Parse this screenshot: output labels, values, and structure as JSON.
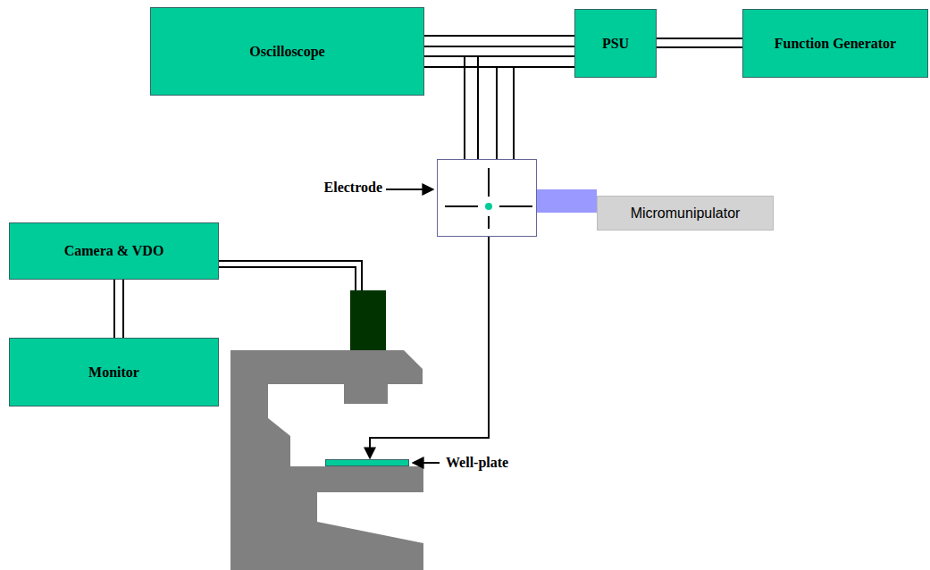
{
  "diagram": {
    "nodes": [
      {
        "text": [
          "Oscilloscope"
        ]
      },
      {
        "text": [
          "PSU"
        ]
      },
      {
        "text": [
          "Function Generator"
        ]
      },
      {
        "text": [
          "Electrode"
        ]
      },
      {
        "text": [
          "Micromunipulator"
        ]
      },
      {
        "text": [
          "Camera & VDO"
        ]
      },
      {
        "text": [
          "Monitor"
        ]
      },
      {
        "text": [
          "Well-plate"
        ]
      }
    ],
    "edges": [
      {
        "from": 0,
        "to": 1,
        "arrow": "none"
      },
      {
        "from": 0,
        "to": 1,
        "arrow": "none"
      },
      {
        "from": 0,
        "to": 1,
        "arrow": "none"
      },
      {
        "from": 0,
        "to": 1,
        "arrow": "none"
      },
      {
        "from": 3,
        "to": 1,
        "arrow": "none"
      },
      {
        "from": 3,
        "to": 1,
        "arrow": "none"
      },
      {
        "from": 3,
        "to": 1,
        "arrow": "none"
      },
      {
        "from": 3,
        "to": 1,
        "arrow": "none"
      },
      {
        "from": 1,
        "to": 2,
        "arrow": "none"
      },
      {
        "from": 1,
        "to": 2,
        "arrow": "none"
      },
      {
        "from": 3,
        "to": 4,
        "arrow": "none"
      },
      {
        "from": 3,
        "to": 7,
        "arrow": "to"
      },
      {
        "from": 5,
        "to": 6,
        "arrow": "none"
      },
      {
        "from": 5,
        "to": 6,
        "arrow": "none"
      }
    ]
  }
}
